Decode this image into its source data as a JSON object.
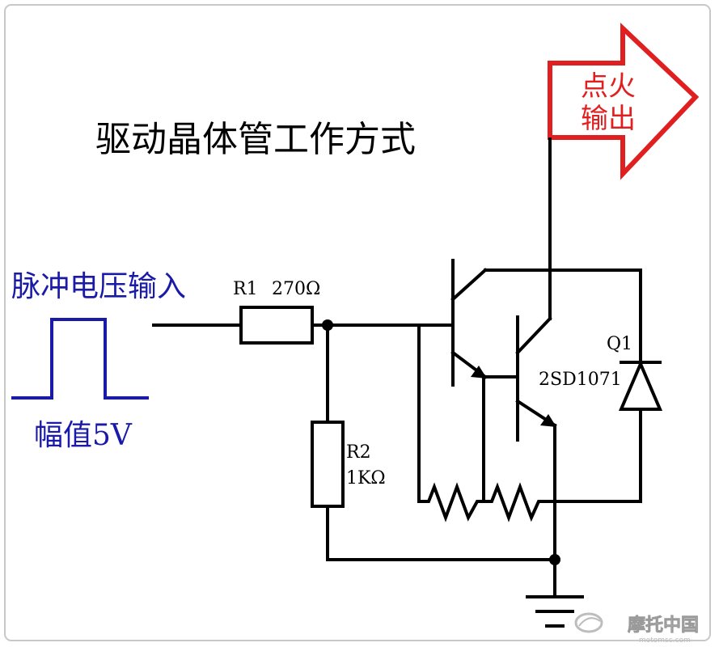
{
  "title": "驱动晶体管工作方式",
  "input": {
    "label": "脉冲电压输入",
    "amplitude": "幅值5V"
  },
  "output": {
    "line1": "点火",
    "line2": "输出"
  },
  "components": {
    "r1": {
      "name": "R1",
      "value": "270Ω"
    },
    "r2": {
      "name": "R2",
      "value": "1KΩ"
    },
    "q1": {
      "name": "Q1",
      "part": "2SD1071"
    }
  },
  "watermark": {
    "brand": "摩托中国",
    "url": "motomsc.com"
  },
  "colors": {
    "input": "#1a1aa8",
    "output": "#e02020",
    "circuit": "#000000"
  }
}
